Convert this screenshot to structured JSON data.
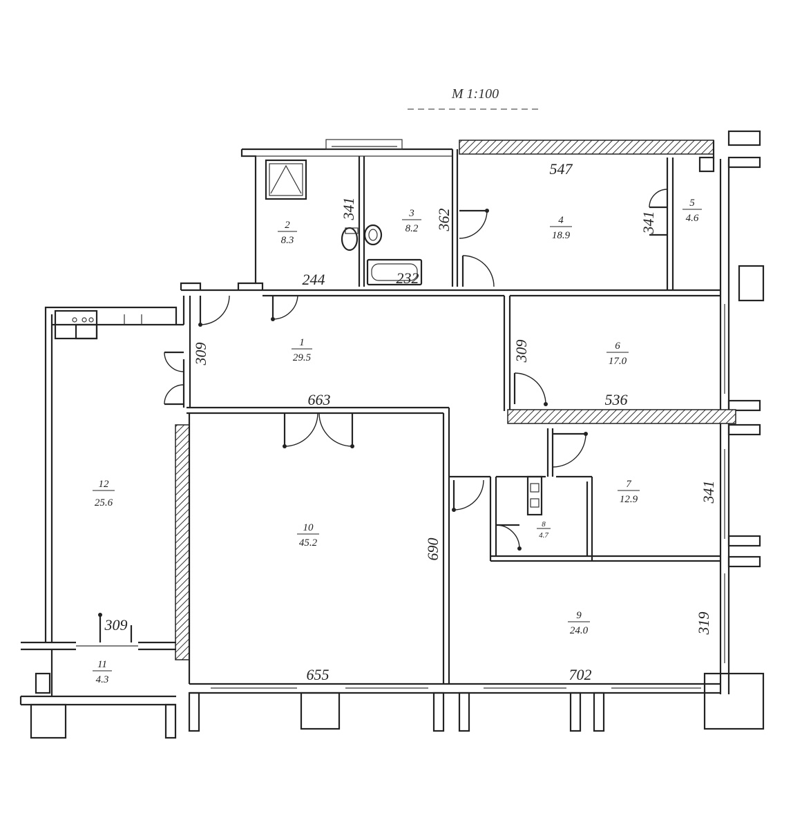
{
  "scale_label": "M  1:100",
  "rooms": [
    {
      "number": "1",
      "area": "29.5"
    },
    {
      "number": "2",
      "area": "8.3"
    },
    {
      "number": "3",
      "area": "8.2"
    },
    {
      "number": "4",
      "area": "18.9"
    },
    {
      "number": "5",
      "area": "4.6"
    },
    {
      "number": "6",
      "area": "17.0"
    },
    {
      "number": "7",
      "area": "12.9"
    },
    {
      "number": "8",
      "area": "4.7"
    },
    {
      "number": "9",
      "area": "24.0"
    },
    {
      "number": "10",
      "area": "45.2"
    },
    {
      "number": "11",
      "area": "4.3"
    },
    {
      "number": "12",
      "area": "25.6"
    }
  ],
  "dimensions": [
    "547",
    "341",
    "362",
    "244",
    "232",
    "341",
    "309",
    "309",
    "663",
    "536",
    "341",
    "690",
    "309",
    "655",
    "702",
    "319"
  ]
}
